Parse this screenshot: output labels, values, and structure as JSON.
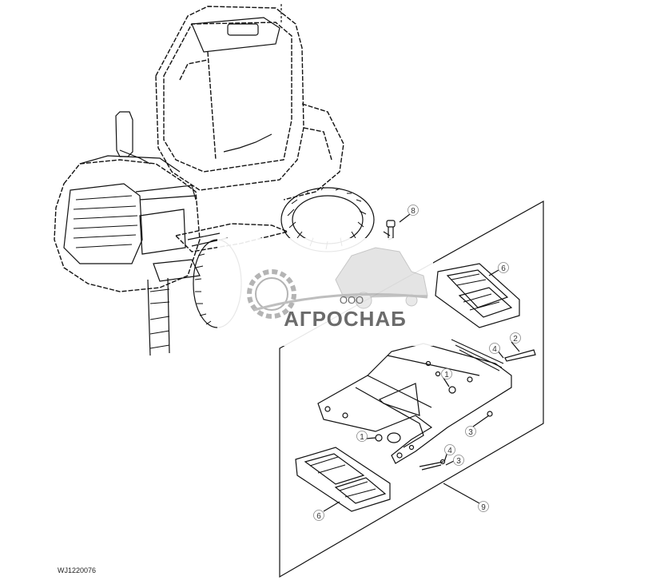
{
  "figure_id": "WJ1220076",
  "watermark": {
    "company_prefix": "ООО",
    "company_name": "АГРОСНАБ"
  },
  "callouts": [
    "8",
    "6",
    "2",
    "4",
    "1",
    "3",
    "1",
    "4",
    "3",
    "6",
    "9"
  ]
}
